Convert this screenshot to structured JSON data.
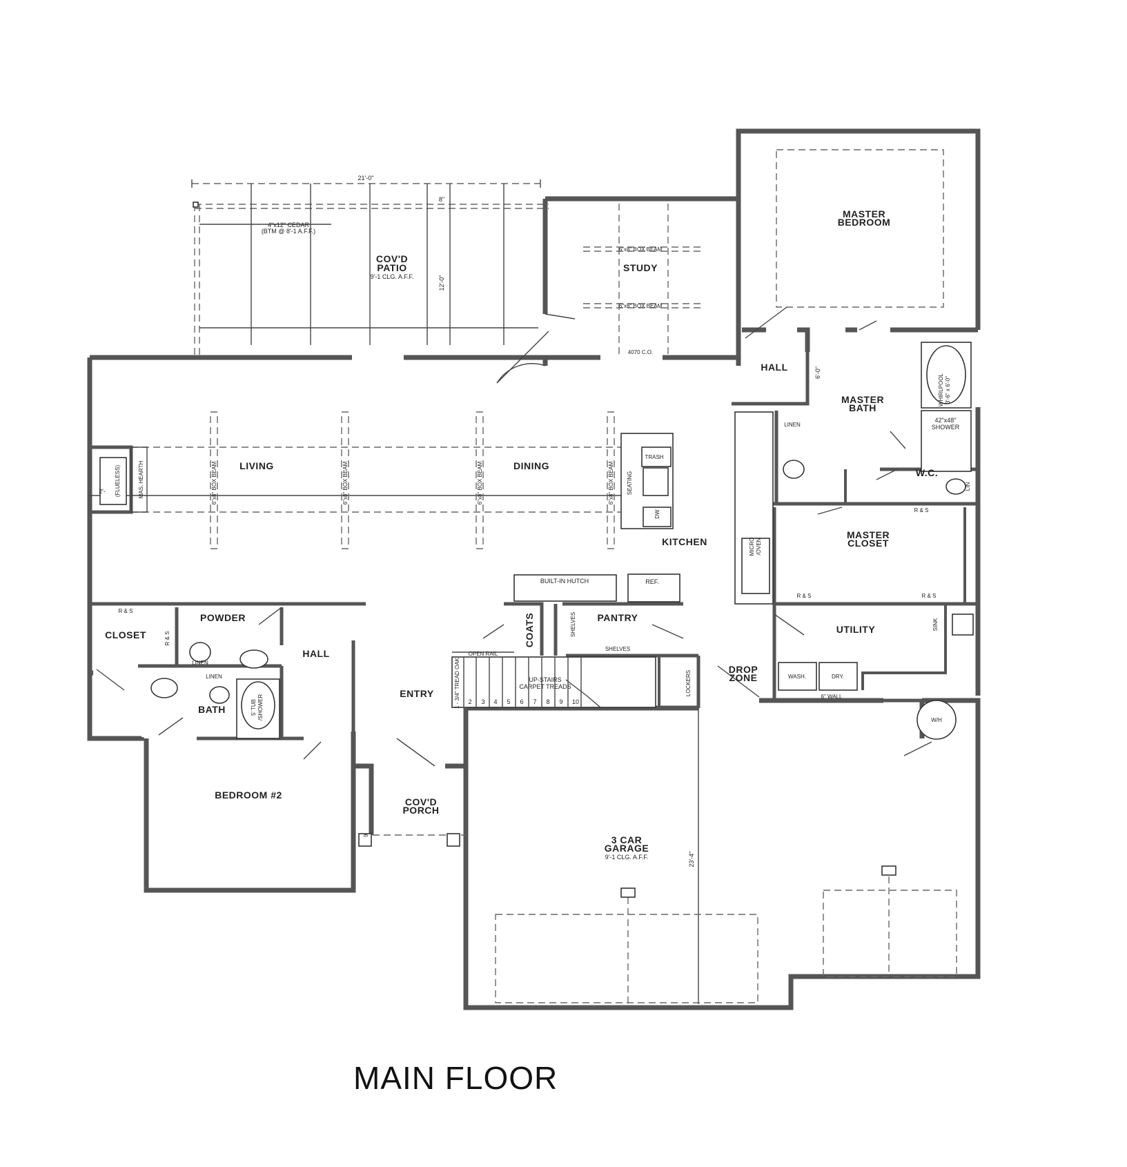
{
  "title": "MAIN FLOOR",
  "rooms": {
    "patio": [
      "COV'D",
      "PATIO"
    ],
    "patio_clg": "9'-1 CLG. A.F.F.",
    "study": "STUDY",
    "master_bedroom": [
      "MASTER",
      "BEDROOM"
    ],
    "hall_upper": "HALL",
    "master_bath": [
      "MASTER",
      "BATH"
    ],
    "living": "LIVING",
    "dining": "DINING",
    "kitchen": "KITCHEN",
    "wc": "W.C.",
    "master_closet": [
      "MASTER",
      "CLOSET"
    ],
    "closet": "CLOSET",
    "powder": "POWDER",
    "hall_lower": "HALL",
    "bath": "BATH",
    "pantry": "PANTRY",
    "utility": "UTILITY",
    "drop_zone": [
      "DROP",
      "ZONE"
    ],
    "entry": "ENTRY",
    "bedroom2": "BEDROOM #2",
    "porch": [
      "COV'D",
      "PORCH"
    ],
    "garage": [
      "3 CAR",
      "GARAGE"
    ],
    "garage_clg": "9'-1 CLG. A.F.F."
  },
  "annotations": {
    "patio_width": "21'-0\"",
    "patio_depth": "12'-0\"",
    "patio_8": "8\"",
    "cedar": [
      "4\"x12\" CEDAR",
      "(BTM @ 8'-1 A.F.F.)"
    ],
    "box_beam": "6\"x8\" BOX BEAM",
    "box_beam_v": "6\"x8\" BOX BEAM",
    "door_4070": "4070 C.O.",
    "hearth": "MAS. HEARTH",
    "flueless": "(FLUELESS)",
    "two_ft": "2'-",
    "trash": "TRASH",
    "seating": "SEATING",
    "dw": "DW",
    "micro_oven": [
      "MICRO",
      "/OVEN"
    ],
    "hutch": "BUILT-IN HUTCH",
    "ref": "REF.",
    "coats": "COATS",
    "shelves_v": "SHELVES",
    "shelves": "SHELVES",
    "open_rail": "OPEN RAIL",
    "tread": "1 - 3/4\" TREAD OAK",
    "upstairs": [
      "UP-STAIRS",
      "CARPET TREADS"
    ],
    "stairs": [
      "2",
      "3",
      "4",
      "5",
      "6",
      "7",
      "8",
      "9",
      "10"
    ],
    "lockers": "LOCKERS",
    "whirlpool": [
      "WHIRLPOOL",
      "3'-6\" x 6'-0\""
    ],
    "shower": [
      "42\"x48\"",
      "SHOWER"
    ],
    "linen": "LINEN",
    "lin": "LIN",
    "shelf_6": "6'-0\"",
    "rs": "R & S",
    "sink": "SINK",
    "wash": "WASH.",
    "dry": "DRY.",
    "wall6": "6\" WALL",
    "wh": "W/H",
    "tub": [
      "5' TUB",
      "/SHOWER"
    ],
    "garage_depth": "23'-4\"",
    "porch_9": "9'"
  }
}
